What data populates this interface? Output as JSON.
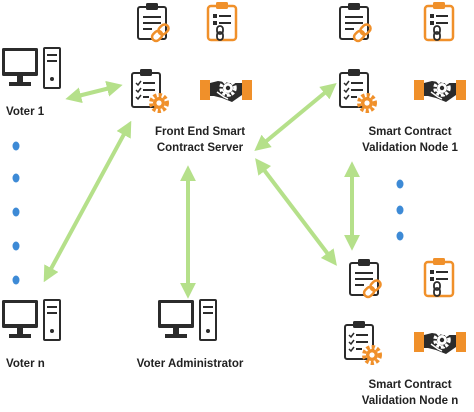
{
  "nodes": {
    "voter_1": "Voter 1",
    "voter_n": "Voter n",
    "voter_admin": "Voter Administrator",
    "front_end": [
      "Front End Smart",
      "Contract Server"
    ],
    "validation_1": [
      "Smart Contract",
      "Validation Node 1"
    ],
    "validation_n": [
      "Smart Contract",
      "Validation Node n"
    ]
  },
  "icons": {
    "computer": "desktop-computer-icon",
    "contract_link": "contract-chain-link-icon",
    "contract_orange": "orange-contract-clipboard-icon",
    "checklist": "checklist-gear-icon",
    "handshake": "handshake-gear-icon"
  },
  "colors": {
    "arrow": "#b5e08a",
    "icon_dark": "#2b2b2b",
    "accent_orange": "#f0902a",
    "dot_blue": "#3d8ad6"
  }
}
